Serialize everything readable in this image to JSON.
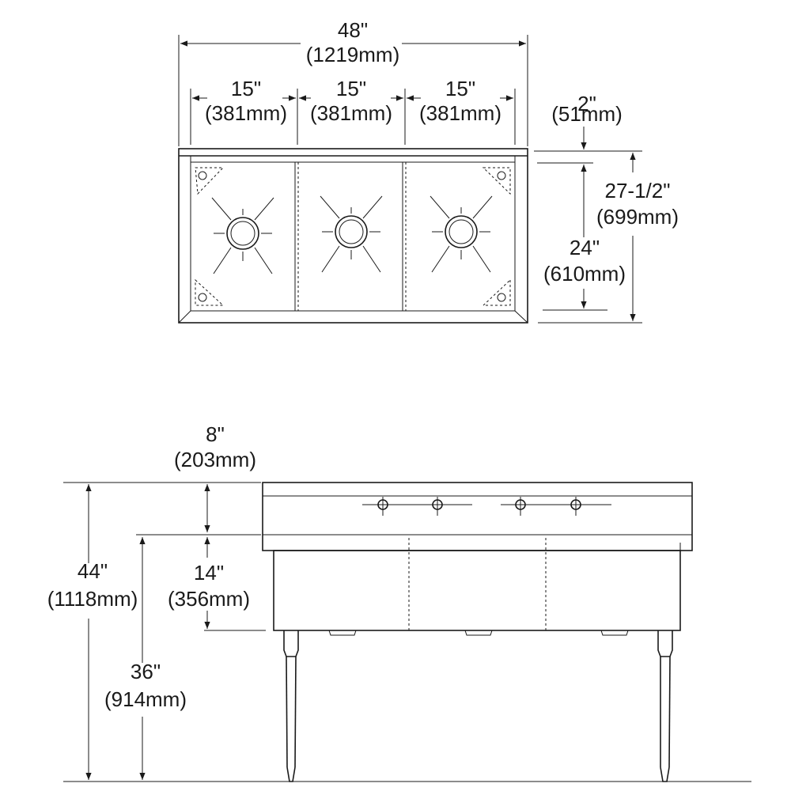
{
  "top_view": {
    "overall_width": {
      "in": "48\"",
      "mm": "(1219mm)"
    },
    "bowl_1_width": {
      "in": "15\"",
      "mm": "(381mm)"
    },
    "bowl_2_width": {
      "in": "15\"",
      "mm": "(381mm)"
    },
    "bowl_3_width": {
      "in": "15\"",
      "mm": "(381mm)"
    },
    "backsplash_depth": {
      "in": "2\"",
      "mm": "(51mm)"
    },
    "overall_depth": {
      "in": "27-1/2\"",
      "mm": "(699mm)"
    },
    "bowl_depth": {
      "in": "24\"",
      "mm": "(610mm)"
    }
  },
  "front_view": {
    "backsplash_height": {
      "in": "8\"",
      "mm": "(203mm)"
    },
    "overall_height": {
      "in": "44\"",
      "mm": "(1118mm)"
    },
    "bowl_height": {
      "in": "14\"",
      "mm": "(356mm)"
    },
    "rim_height": {
      "in": "36\"",
      "mm": "(914mm)"
    }
  }
}
